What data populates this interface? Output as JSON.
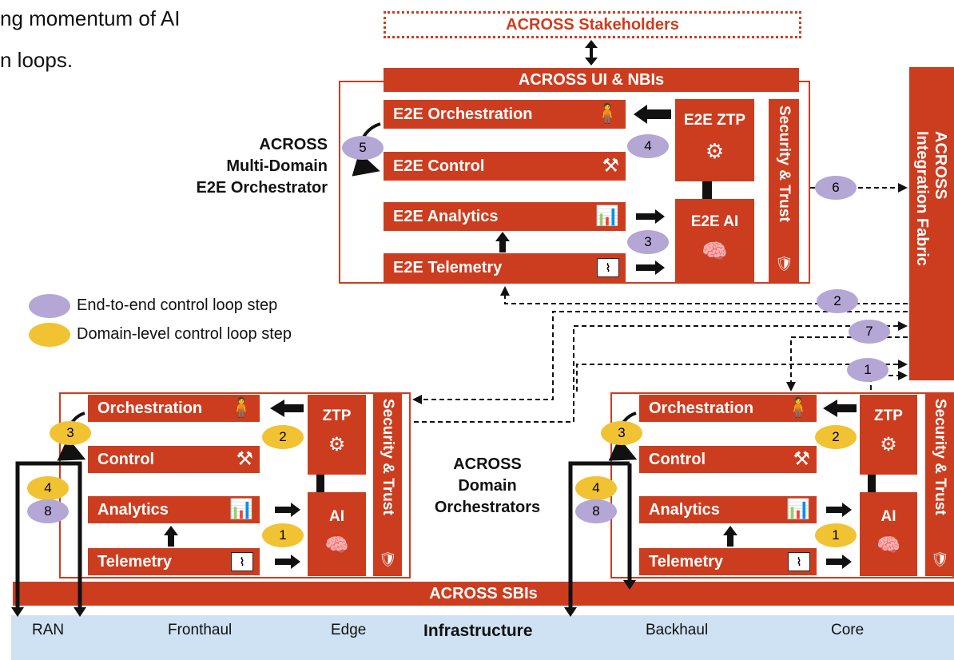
{
  "intro_text": [
    "ng momentum of AI",
    "n loops."
  ],
  "stakeholders": "ACROSS Stakeholders",
  "ui_nbis": "ACROSS UI & NBIs",
  "e2e_orchestrator_label": [
    "ACROSS",
    "Multi-Domain",
    "E2E Orchestrator"
  ],
  "e2e": {
    "orchestration": "E2E Orchestration",
    "control": "E2E Control",
    "analytics": "E2E Analytics",
    "telemetry": "E2E Telemetry",
    "ztp": "E2E ZTP",
    "ai": "E2E AI"
  },
  "security_trust": "Security & Trust",
  "integration_fabric": [
    "ACROSS",
    "Integration Fabric"
  ],
  "legend": {
    "e2e_step": "End-to-end control loop step",
    "domain_step": "Domain-level control loop step"
  },
  "domain": {
    "orchestration": "Orchestration",
    "control": "Control",
    "analytics": "Analytics",
    "telemetry": "Telemetry",
    "ztp": "ZTP",
    "ai": "AI"
  },
  "domain_orchestrators_label": [
    "ACROSS",
    "Domain",
    "Orchestrators"
  ],
  "sbis": "ACROSS SBIs",
  "infrastructure": {
    "title": "Infrastructure",
    "items": [
      "RAN",
      "Fronthaul",
      "Edge",
      "Backhaul",
      "Core"
    ]
  },
  "steps": {
    "e2e": [
      "5",
      "4",
      "3",
      "6",
      "2",
      "7",
      "1"
    ],
    "left_domain": [
      "3",
      "2",
      "4",
      "8",
      "1"
    ],
    "right_domain": [
      "3",
      "2",
      "4",
      "8",
      "1"
    ]
  },
  "colors": {
    "accent": "#cc3d1f",
    "e2e_step": "#b4a7d6",
    "domain_step": "#f1c232",
    "infrastructure_band": "#cfe2f3"
  },
  "icons": [
    "person-teaching-icon",
    "tools-icon",
    "bar-chart-icon",
    "pulse-monitor-icon",
    "gear-circuit-icon",
    "brain-icon",
    "shield-lock-icon"
  ]
}
